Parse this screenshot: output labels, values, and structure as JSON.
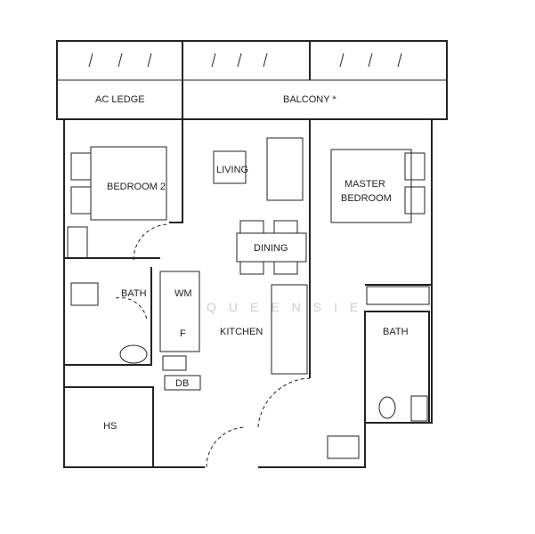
{
  "rooms": {
    "ac_ledge": "AC LEDGE",
    "balcony": "BALCONY *",
    "bedroom2": "BEDROOM 2",
    "living": "LIVING",
    "dining": "DINING",
    "master1": "MASTER",
    "master2": "BEDROOM",
    "bath1": "BATH",
    "wm": "WM",
    "fridge": "F",
    "kitchen": "KITCHEN",
    "bath2": "BATH",
    "db": "DB",
    "hs": "HS"
  },
  "watermark": "QUEENSIE"
}
